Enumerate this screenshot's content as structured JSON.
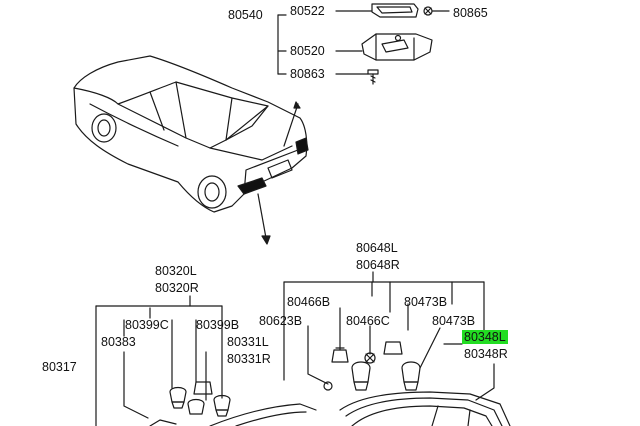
{
  "colors": {
    "line": "#1a1a1a",
    "highlight": "#22dd22"
  },
  "labels": {
    "p80540": "80540",
    "p80522": "80522",
    "p80865": "80865",
    "p80520": "80520",
    "p80863": "80863",
    "p80648L": "80648L",
    "p80648R": "80648R",
    "p80320L": "80320L",
    "p80320R": "80320R",
    "p80466B": "80466B",
    "p80473B_top": "80473B",
    "p80623B": "80623B",
    "p80466C": "80466C",
    "p80473B_mid": "80473B",
    "p80348L": "80348L",
    "p80348R": "80348R",
    "p80399C": "80399C",
    "p80399B": "80399B",
    "p80383": "80383",
    "p80331L": "80331L",
    "p80331R": "80331R",
    "p80317": "80317"
  },
  "highlighted_part": "80348L"
}
